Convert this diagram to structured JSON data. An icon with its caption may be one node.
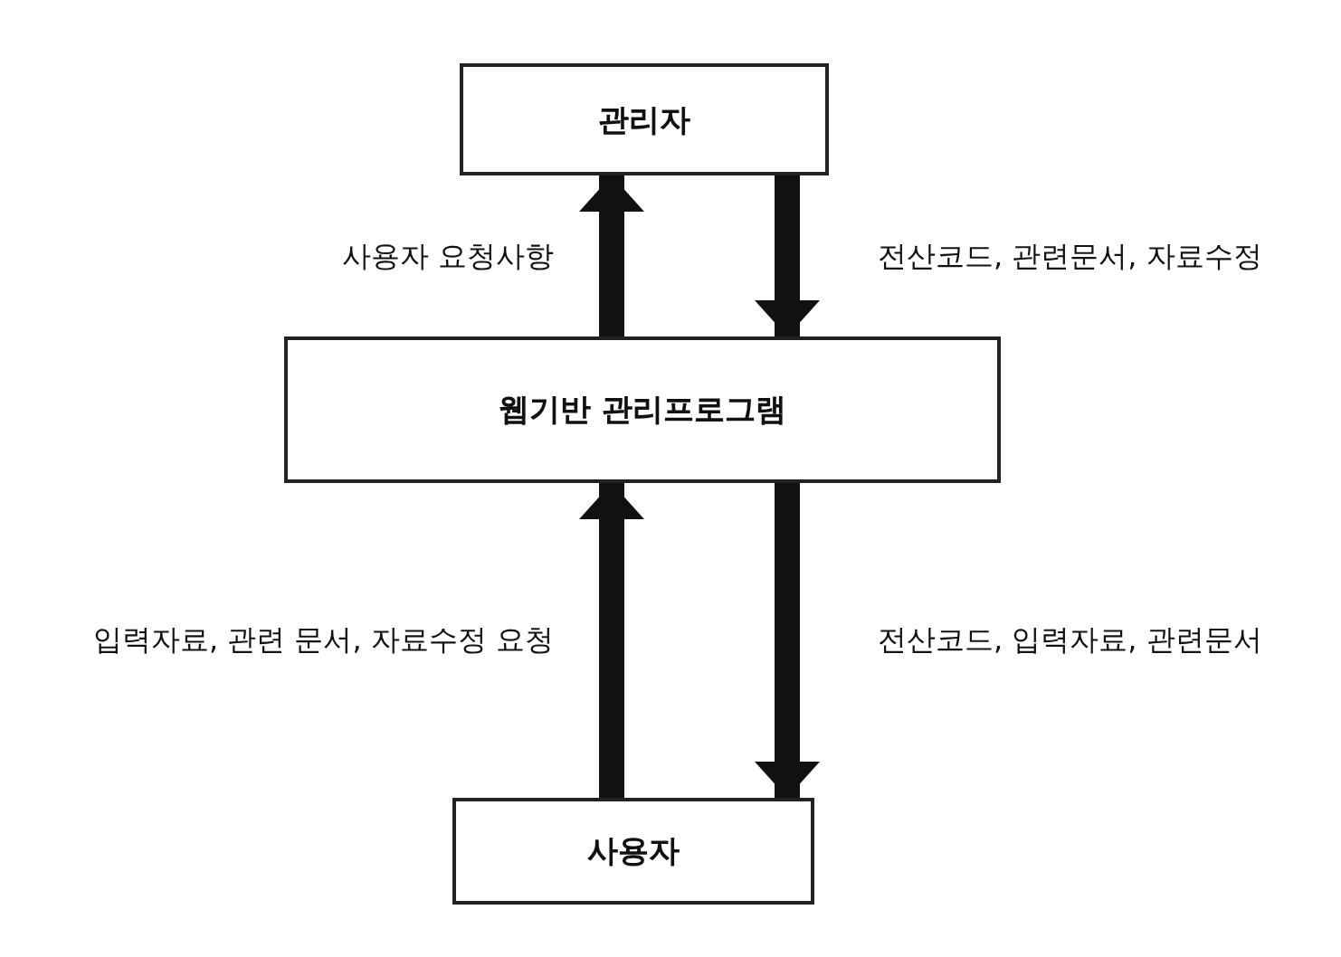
{
  "diagram": {
    "nodes": [
      {
        "text": [
          "관리자"
        ]
      },
      {
        "text": [
          "웹기반 관리프로그램"
        ]
      },
      {
        "text": [
          "사용자"
        ]
      }
    ],
    "edges": [
      {
        "from": 1,
        "to": 0,
        "arrow": "to",
        "label": "사용자 요청사항"
      },
      {
        "from": 0,
        "to": 1,
        "arrow": "to",
        "label": "전산코드, 관련문서, 자료수정"
      },
      {
        "from": 2,
        "to": 1,
        "arrow": "to",
        "label": "입력자료, 관련 문서, 자료수정 요청"
      },
      {
        "from": 1,
        "to": 2,
        "arrow": "to",
        "label": "전산코드, 입력자료, 관련문서"
      }
    ]
  }
}
